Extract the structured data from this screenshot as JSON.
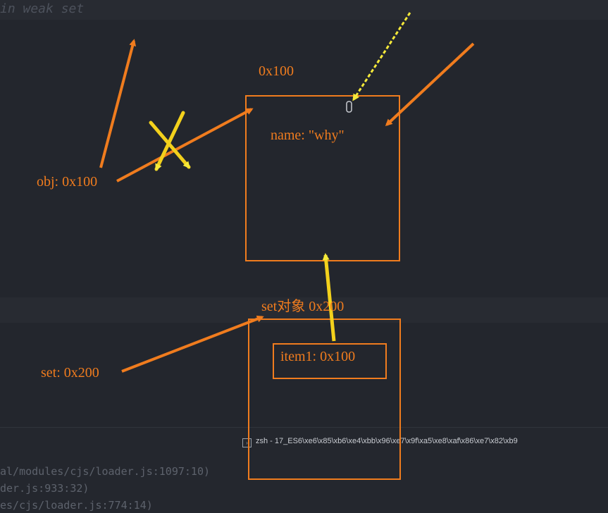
{
  "code_top": "in weak set",
  "terminal": {
    "title": "zsh - 17_ES6\\xe6\\x85\\xb6\\xe4\\xbb\\x96\\xe7\\x9f\\xa5\\xe8\\xaf\\x86\\xe7\\x82\\xb9",
    "lines": [
      "al/modules/cjs/loader.js:1097:10)",
      "der.js:933:32)",
      "es/cjs/loader.js:774:14)"
    ]
  },
  "labels": {
    "obj_addr": "0x100",
    "obj_prop": "name: \"why\"",
    "obj_var": "obj: 0x100",
    "set_title": "set对象 0x200",
    "set_item": "item1: 0x100",
    "set_var": "set: 0x200"
  },
  "colors": {
    "background": "#23262d",
    "orange": "#f07c1e",
    "yellow": "#f5e93a",
    "yellow_pen": "#f3d11c"
  }
}
